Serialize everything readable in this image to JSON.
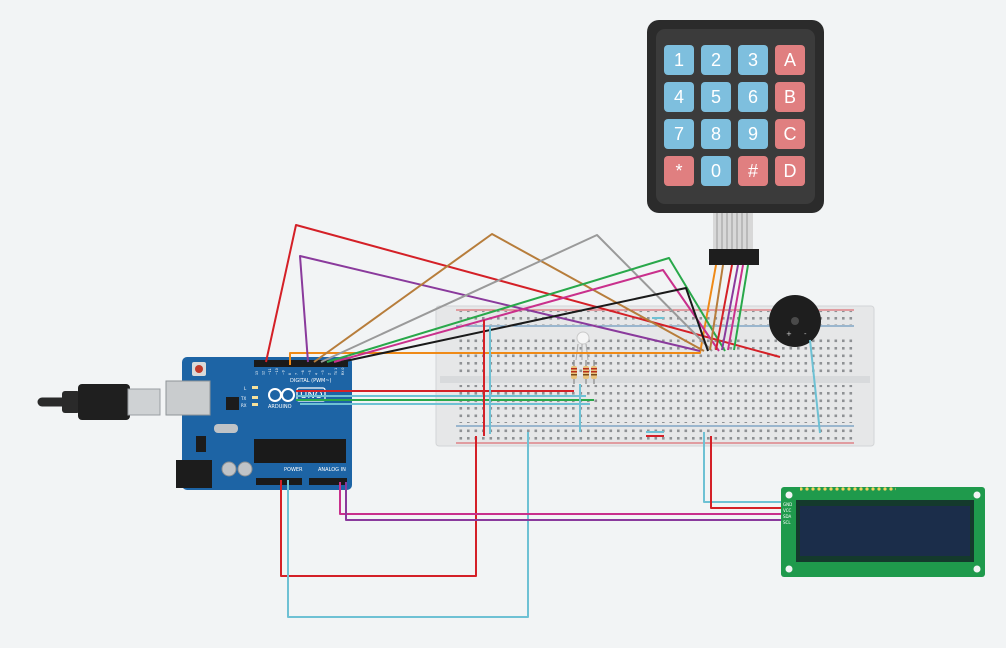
{
  "arduino": {
    "logo_text": "UNO",
    "brand_text": "ARDUINO",
    "digital_label": "DIGITAL (PWM~)",
    "power_label": "POWER",
    "analog_label": "ANALOG IN",
    "tx_label": "TX",
    "rx_label": "RX",
    "l_label": "L",
    "pin_labels": [
      "13",
      "12",
      "~11",
      "~10",
      "~9",
      "8",
      "7",
      "~6",
      "~5",
      "4",
      "~3",
      "2",
      "TX 1",
      "RX 0"
    ]
  },
  "keypad": {
    "keys": [
      {
        "label": "1",
        "color": "#7ebfde"
      },
      {
        "label": "2",
        "color": "#7ebfde"
      },
      {
        "label": "3",
        "color": "#7ebfde"
      },
      {
        "label": "A",
        "color": "#e07f80"
      },
      {
        "label": "4",
        "color": "#7ebfde"
      },
      {
        "label": "5",
        "color": "#7ebfde"
      },
      {
        "label": "6",
        "color": "#7ebfde"
      },
      {
        "label": "B",
        "color": "#e07f80"
      },
      {
        "label": "7",
        "color": "#7ebfde"
      },
      {
        "label": "8",
        "color": "#7ebfde"
      },
      {
        "label": "9",
        "color": "#7ebfde"
      },
      {
        "label": "C",
        "color": "#e07f80"
      },
      {
        "label": "*",
        "color": "#e07f80"
      },
      {
        "label": "0",
        "color": "#7ebfde"
      },
      {
        "label": "#",
        "color": "#e07f80"
      },
      {
        "label": "D",
        "color": "#e07f80"
      }
    ]
  },
  "lcd": {
    "pin_labels": [
      "GND",
      "VCC",
      "SDA",
      "SCL"
    ]
  },
  "buzzer": {
    "plus_label": "+",
    "minus_label": "-"
  },
  "colors": {
    "background": "#f2f4f5",
    "arduino_board": "#1d64a5",
    "breadboard": "#e6e7e8",
    "keypad_frame": "#2b2b2b",
    "lcd_board": "#1f9a4c",
    "lcd_screen": "#1b2d4a",
    "wire_red": "#d42027",
    "wire_purple": "#8a3a9c",
    "wire_brown": "#b77d3b",
    "wire_gray": "#9a9a9a",
    "wire_green": "#29a84a",
    "wire_magenta": "#c9308c",
    "wire_black": "#1a1a1a",
    "wire_orange": "#ef8a17",
    "wire_cyan": "#6ec1d4"
  }
}
